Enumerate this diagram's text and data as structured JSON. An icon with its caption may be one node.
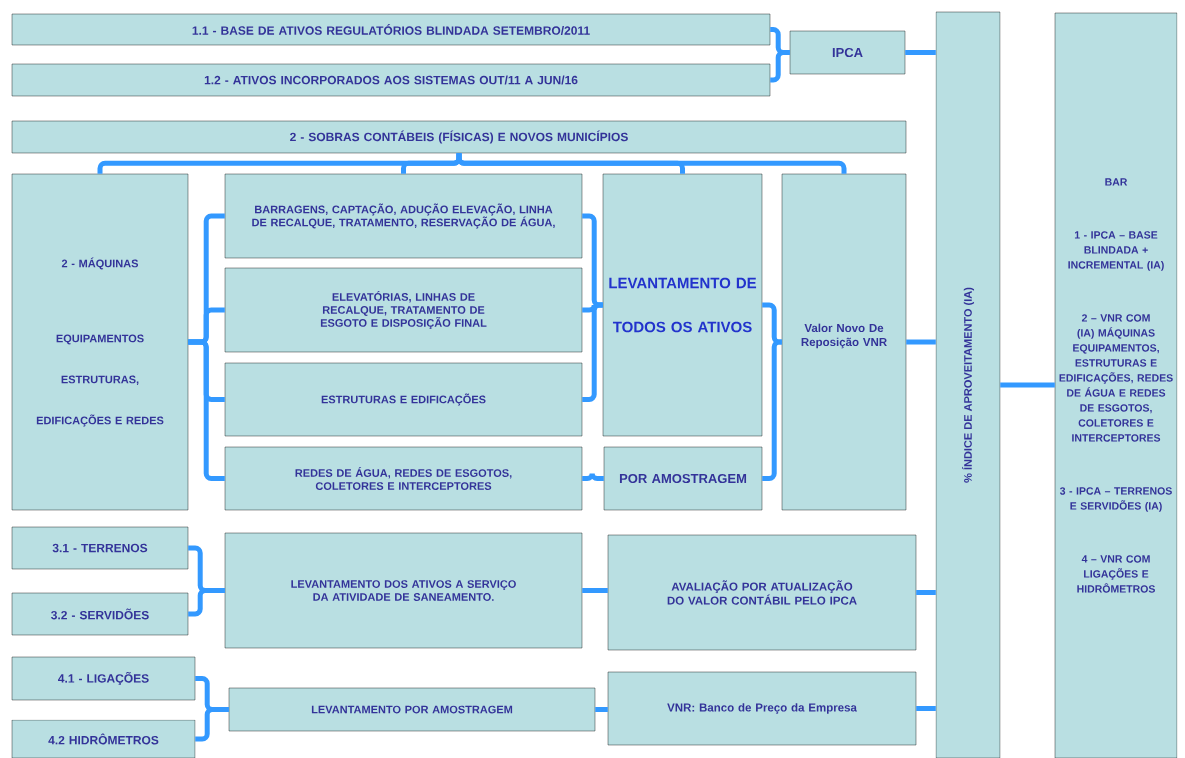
{
  "diagram": {
    "nodes": [
      {
        "text": [
          "1.1 - BASE DE ATIVOS REGULATÓRIOS BLINDADA SETEMBRO/2011"
        ]
      },
      {
        "text": [
          "1.2 - ATIVOS INCORPORADOS AOS SISTEMAS OUT/11 A JUN/16"
        ]
      },
      {
        "text": [
          "IPCA"
        ]
      },
      {
        "text": [
          "2 - SOBRAS CONTÁBEIS (FÍSICAS) E NOVOS MUNICÍPIOS"
        ]
      },
      {
        "text": [
          "2 - MÁQUINAS",
          "EQUIPAMENTOS ESTRUTURAS, EDIFICAÇÕES E REDES"
        ]
      },
      {
        "text": [
          "BARRAGENS, CAPTAÇÃO, ADUÇÃO ELEVAÇÃO, LINHA DE RECALQUE, TRATAMENTO, RESERVAÇÃO DE ÁGUA,"
        ]
      },
      {
        "text": [
          "ELEVATÓRIAS, LINHAS DE RECALQUE, TRATAMENTO DE ESGOTO E DISPOSIÇÃO FINAL"
        ]
      },
      {
        "text": [
          "ESTRUTURAS E EDIFICAÇÕES"
        ]
      },
      {
        "text": [
          "REDES DE ÁGUA, REDES DE ESGOTOS, COLETORES E INTERCEPTORES"
        ]
      },
      {
        "text": [
          "LEVANTAMENTO DE TODOS OS ATIVOS"
        ]
      },
      {
        "text": [
          "POR AMOSTRAGEM"
        ]
      },
      {
        "text": [
          "Valor Novo De Reposição VNR"
        ]
      },
      {
        "text": [
          "% ÍNDICE DE APROVEITAMENTO (IA)"
        ]
      },
      {
        "text": [
          "BAR",
          "1 - IPCA – BASE BLINDADA + INCREMENTAL (IA)",
          "2 – VNR COM (IA) MÁQUINAS EQUIPAMENTOS, ESTRUTURAS E EDIFICAÇÕES, REDES DE ÁGUA E REDES DE ESGOTOS, COLETORES E INTERCEPTORES",
          "3 - IPCA – TERRENOS E SERVIDÕES (IA)",
          "4 – VNR COM LIGAÇÕES E HIDRÔMETROS"
        ]
      },
      {
        "text": [
          "3.1 - TERRENOS"
        ]
      },
      {
        "text": [
          "3.2 - SERVIDÕES"
        ]
      },
      {
        "text": [
          "LEVANTAMENTO DOS ATIVOS A SERVIÇO DA ATIVIDADE DE SANEAMENTO."
        ]
      },
      {
        "text": [
          "AVALIAÇÃO POR ATUALIZAÇÃO DO VALOR CONTÁBIL PELO IPCA"
        ]
      },
      {
        "text": [
          "4.1 - LIGAÇÕES"
        ]
      },
      {
        "text": [
          "4.2 HIDRÔMETROS"
        ]
      },
      {
        "text": [
          "LEVANTAMENTO POR AMOSTRAGEM"
        ]
      },
      {
        "text": [
          "VNR: Banco de Preço da Empresa"
        ]
      }
    ],
    "edges": [
      {
        "from": 0,
        "to": 2,
        "arrow": "none"
      },
      {
        "from": 1,
        "to": 2,
        "arrow": "none"
      },
      {
        "from": 2,
        "to": 12,
        "arrow": "none"
      },
      {
        "from": 3,
        "to": 4,
        "arrow": "none"
      },
      {
        "from": 3,
        "to": 5,
        "arrow": "none"
      },
      {
        "from": 3,
        "to": 9,
        "arrow": "none"
      },
      {
        "from": 3,
        "to": 11,
        "arrow": "none"
      },
      {
        "from": 4,
        "to": 5,
        "arrow": "none"
      },
      {
        "from": 4,
        "to": 6,
        "arrow": "none"
      },
      {
        "from": 4,
        "to": 7,
        "arrow": "none"
      },
      {
        "from": 4,
        "to": 8,
        "arrow": "none"
      },
      {
        "from": 5,
        "to": 9,
        "arrow": "none"
      },
      {
        "from": 6,
        "to": 9,
        "arrow": "none"
      },
      {
        "from": 7,
        "to": 9,
        "arrow": "none"
      },
      {
        "from": 8,
        "to": 10,
        "arrow": "none"
      },
      {
        "from": 9,
        "to": 11,
        "arrow": "none"
      },
      {
        "from": 10,
        "to": 11,
        "arrow": "none"
      },
      {
        "from": 11,
        "to": 12,
        "arrow": "none"
      },
      {
        "from": 12,
        "to": 13,
        "arrow": "none"
      },
      {
        "from": 14,
        "to": 16,
        "arrow": "none"
      },
      {
        "from": 15,
        "to": 16,
        "arrow": "none"
      },
      {
        "from": 16,
        "to": 17,
        "arrow": "none"
      },
      {
        "from": 17,
        "to": 12,
        "arrow": "none"
      },
      {
        "from": 18,
        "to": 20,
        "arrow": "none"
      },
      {
        "from": 19,
        "to": 20,
        "arrow": "none"
      },
      {
        "from": 20,
        "to": 21,
        "arrow": "none"
      },
      {
        "from": 21,
        "to": 12,
        "arrow": "none"
      }
    ]
  }
}
